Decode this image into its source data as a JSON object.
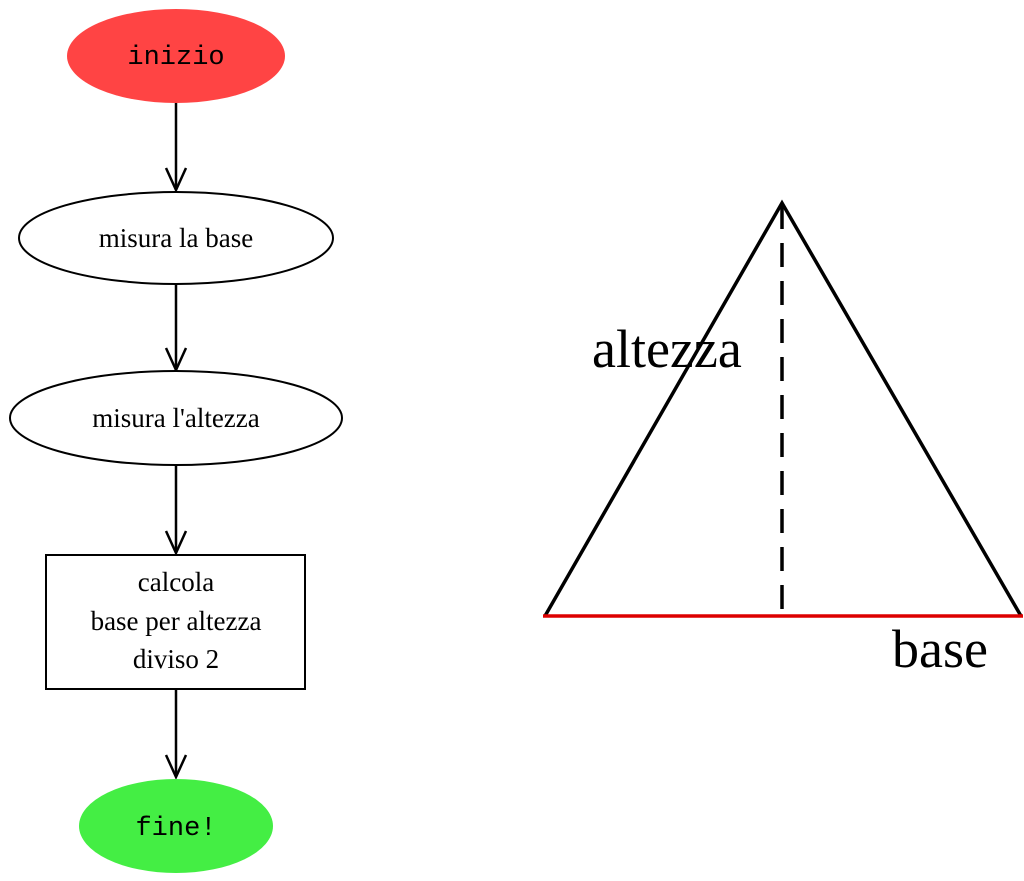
{
  "flowchart": {
    "start": {
      "label": "inizio",
      "color": "#ff4444"
    },
    "steps": [
      {
        "label": "misura la base"
      },
      {
        "label": "misura l'altezza"
      }
    ],
    "process": {
      "lines": [
        "calcola",
        "base per altezza",
        "diviso 2"
      ]
    },
    "end": {
      "label": "fine!",
      "color": "#44ee44"
    }
  },
  "triangle": {
    "height_label": "altezza",
    "base_label": "base",
    "base_color": "#dd0000",
    "outline_color": "#000000"
  }
}
